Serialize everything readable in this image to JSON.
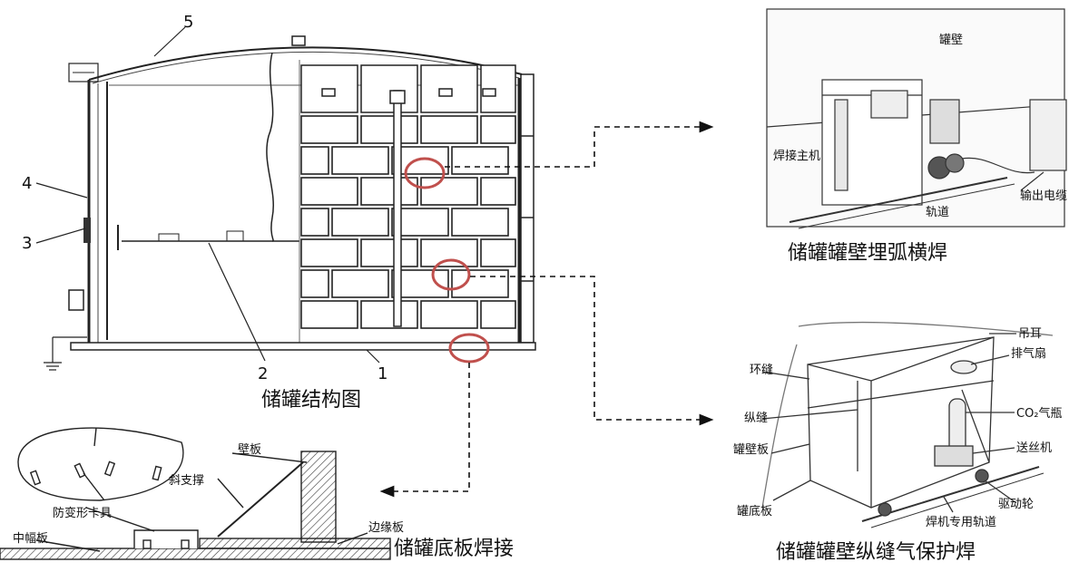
{
  "tank_structure": {
    "caption": "储罐结构图",
    "part_numbers": [
      "1",
      "2",
      "3",
      "4",
      "5"
    ]
  },
  "bottom_weld": {
    "caption": "储罐底板焊接",
    "labels": {
      "wall_plate": "壁板",
      "diagonal_brace": "斜支撑",
      "anti_deform_fixture": "防变形卡具",
      "edge_plate": "边缘板",
      "middle_plate": "中幅板"
    }
  },
  "horizontal_weld": {
    "caption": "储罐罐壁埋弧横焊",
    "labels": {
      "tank_wall": "罐壁",
      "welder_main": "焊接主机",
      "output_cable": "输出电缆",
      "track": "轨道"
    }
  },
  "vertical_weld": {
    "caption": "储罐罐壁纵缝气保护焊",
    "labels": {
      "lifting_lug": "吊耳",
      "exhaust_fan": "排气扇",
      "ring_seam": "环缝",
      "co2_bottle": "CO₂气瓶",
      "longitudinal_seam": "纵缝",
      "tank_wall_plate": "罐壁板",
      "wire_feeder": "送丝机",
      "bottom_plate": "罐底板",
      "drive_wheel": "驱动轮",
      "welder_track": "焊机专用轨道"
    }
  },
  "colors": {
    "highlight_circle": "#c0504d",
    "line": "#222222"
  }
}
